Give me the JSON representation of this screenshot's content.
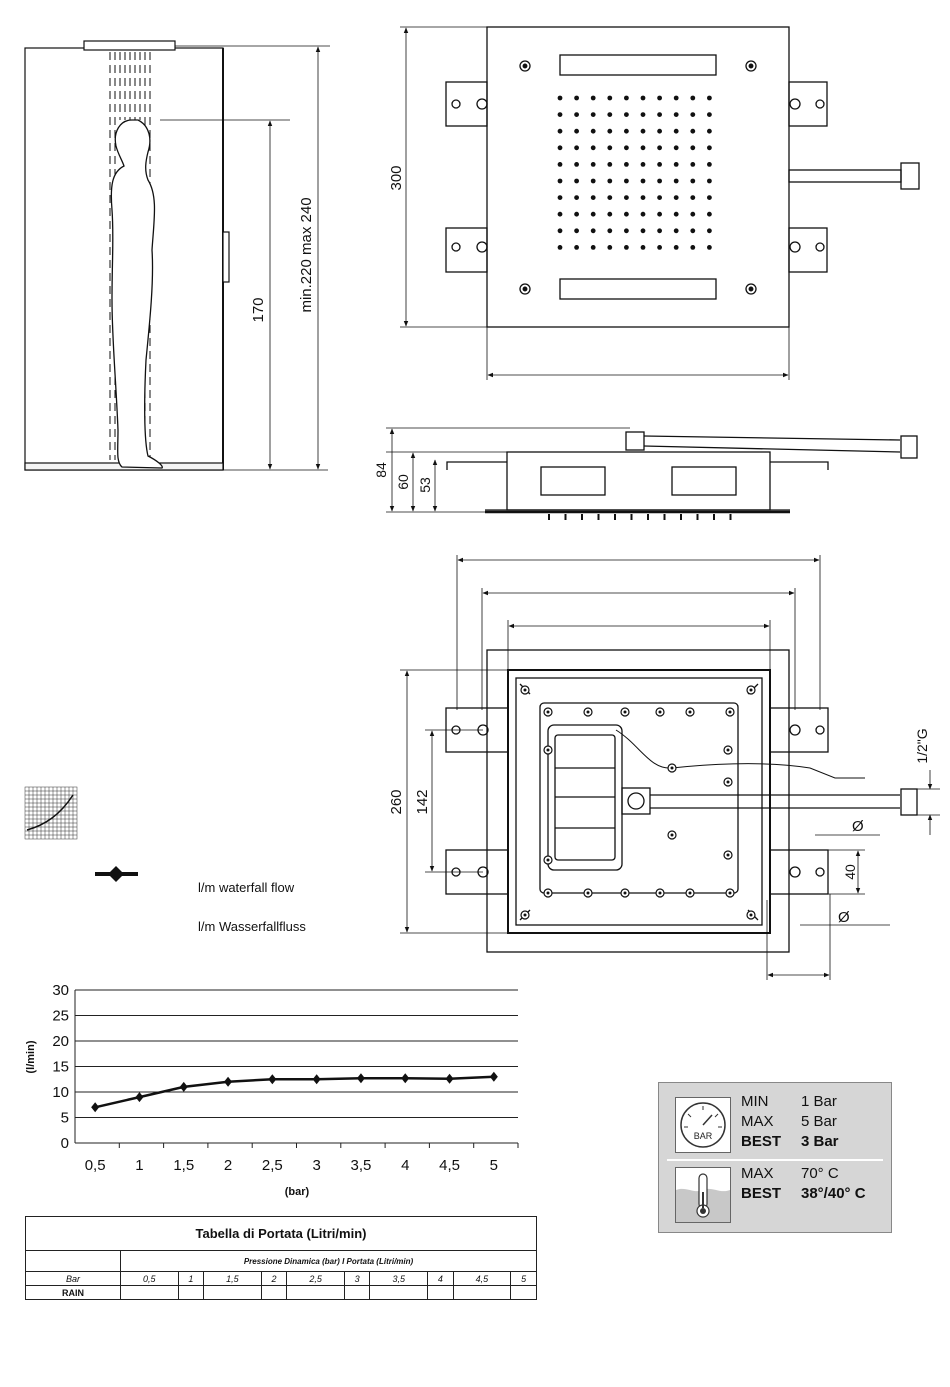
{
  "dimensions": {
    "side_height_total": "min.220 max 240",
    "side_height_person": "170",
    "top_side": "300",
    "front_total": "84",
    "front_body": "60",
    "front_inner": "53",
    "install_height": "260",
    "install_spacing": "142",
    "thread": "1/2\"G",
    "hole_diameter": "Ø",
    "hole_spacing": "40"
  },
  "legend": {
    "label_it": "l/m waterfall flow",
    "label_de": "l/m Wasserfallfluss"
  },
  "chart_data": {
    "type": "line",
    "x": [
      "0,5",
      "1",
      "1,5",
      "2",
      "2,5",
      "3",
      "3,5",
      "4",
      "4,5",
      "5"
    ],
    "series": [
      {
        "values": [
          7,
          9,
          11,
          12,
          12.5,
          12.5,
          12.7,
          12.7,
          12.6,
          13
        ]
      }
    ],
    "xlabel": "(bar)",
    "ylabel": "(l/min)",
    "yticks": [
      "0",
      "5",
      "10",
      "15",
      "20",
      "25",
      "30"
    ],
    "ylim": [
      0,
      30
    ],
    "grid": true
  },
  "table": {
    "title": "Tabella di Portata (Litri/min)",
    "subtitle": "Pressione Dinamica (bar) I Portata (Litri/min)",
    "row_header": "Bar",
    "columns": [
      "0,5",
      "1",
      "1,5",
      "2",
      "2,5",
      "3",
      "3,5",
      "4",
      "4,5",
      "5"
    ],
    "row_label": "RAIN"
  },
  "specs": {
    "pressure_icon_text": "BAR",
    "pressure": [
      {
        "k": "MIN",
        "v": "1 Bar"
      },
      {
        "k": "MAX",
        "v": "5 Bar"
      },
      {
        "k": "BEST",
        "v": "3 Bar"
      }
    ],
    "temperature": [
      {
        "k": "MAX",
        "v": "70° C"
      },
      {
        "k": "BEST",
        "v": "38°/40° C"
      }
    ]
  },
  "colors": {
    "line": "#111111",
    "panel": "#d6d6d6",
    "grid": "#222222"
  }
}
